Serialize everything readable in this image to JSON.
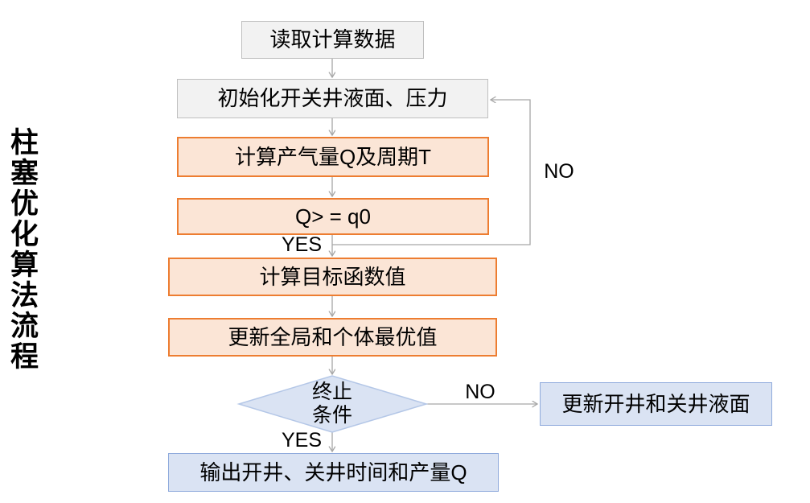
{
  "title": "柱塞优化算法流程",
  "nodes": {
    "read": {
      "label": "读取计算数据"
    },
    "init": {
      "label": "初始化开关井液面、压力"
    },
    "calc_q": {
      "label": "计算产气量Q及周期T"
    },
    "check_q": {
      "label": "Q> = q0"
    },
    "objective": {
      "label": "计算目标函数值"
    },
    "update_best": {
      "label": "更新全局和个体最优值"
    },
    "terminate": {
      "line1": "终止",
      "line2": "条件"
    },
    "update_level": {
      "label": "更新开井和关井液面"
    },
    "output": {
      "label": "输出开井、关井时间和产量Q"
    }
  },
  "edge_labels": {
    "q_yes": "YES",
    "q_no": "NO",
    "terminate_no": "NO",
    "terminate_yes": "YES"
  },
  "colors": {
    "gray_fill": "#F2F2F2",
    "gray_border": "#BFBFBF",
    "orange_fill": "#FBE5D6",
    "orange_border": "#ED7D31",
    "blue_fill": "#DAE3F3",
    "blue_border": "#8FAADC",
    "diamond_fill": "#DAE3F3",
    "diamond_border": "#B4C7E7",
    "connector": "#A6A6A6",
    "text": "#000000"
  }
}
